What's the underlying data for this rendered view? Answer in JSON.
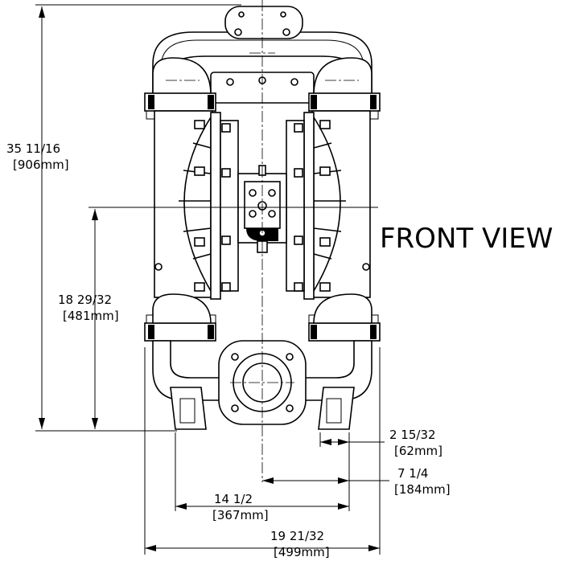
{
  "view_title": "FRONT VIEW",
  "dimensions": {
    "overall_height": {
      "imperial": "35 11/16",
      "metric": "[906mm]"
    },
    "inlet_height": {
      "imperial": "18 29/32",
      "metric": "[481mm]"
    },
    "foot_width": {
      "imperial": "2 15/32",
      "metric": "[62mm]"
    },
    "center_to_foot": {
      "imperial": "7 1/4",
      "metric": "[184mm]"
    },
    "foot_span": {
      "imperial": "14 1/2",
      "metric": "[367mm]"
    },
    "overall_width": {
      "imperial": "19 21/32",
      "metric": "[499mm]"
    }
  }
}
